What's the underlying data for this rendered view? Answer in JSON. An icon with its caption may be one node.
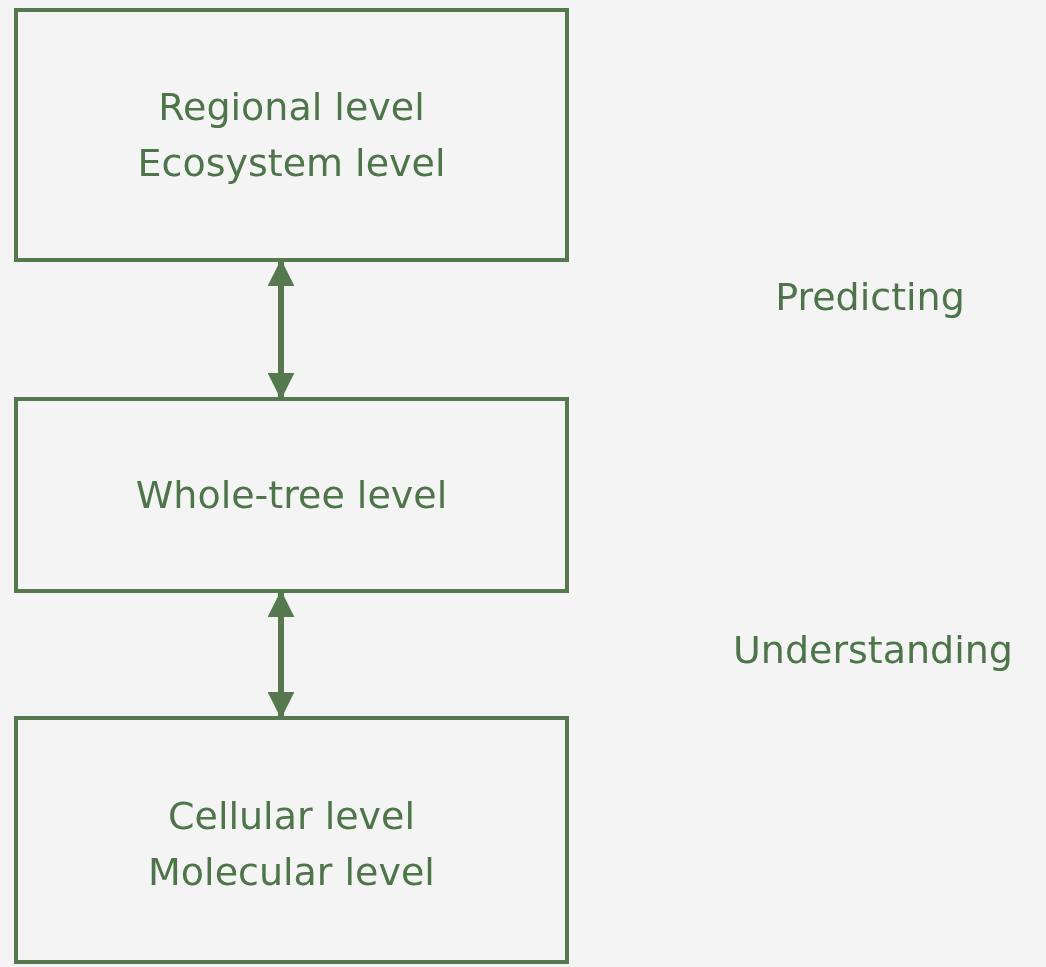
{
  "diagram": {
    "nodes": [
      {
        "text": [
          "Regional level",
          "Ecosystem level"
        ]
      },
      {
        "text": [
          "Whole-tree level"
        ]
      },
      {
        "text": [
          "Cellular level",
          "Molecular level"
        ]
      }
    ],
    "edges": [
      {
        "from": 0,
        "to": 1,
        "arrow": "both"
      },
      {
        "from": 1,
        "to": 2,
        "arrow": "both"
      }
    ],
    "labels": [
      "Predicting",
      "Understanding"
    ]
  }
}
